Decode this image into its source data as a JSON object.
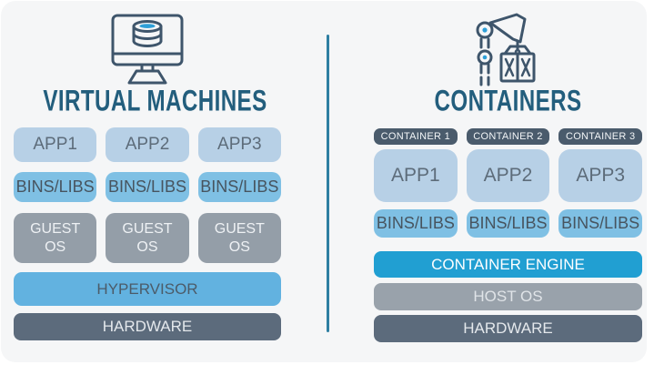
{
  "left_panel": {
    "title": "VIRTUAL MACHINES",
    "icon": "monitor-database-icon",
    "app_boxes": [
      "APP1",
      "APP2",
      "APP3"
    ],
    "bins_libs_boxes": [
      "BINS/LIBS",
      "BINS/LIBS",
      "BINS/LIBS"
    ],
    "guest_os_boxes": [
      "GUEST\nOS",
      "GUEST\nOS",
      "GUEST\nOS"
    ],
    "hypervisor_label": "HYPERVISOR",
    "hardware_label": "HARDWARE"
  },
  "right_panel": {
    "title": "CONTAINERS",
    "icon": "crane-container-icon",
    "container_tags": [
      "CONTAINER 1",
      "CONTAINER 2",
      "CONTAINER 3"
    ],
    "app_boxes": [
      "APP1",
      "APP2",
      "APP3"
    ],
    "bins_libs_boxes": [
      "BINS/LIBS",
      "BINS/LIBS",
      "BINS/LIBS"
    ],
    "container_engine_label": "CONTAINER ENGINE",
    "host_os_label": "HOST OS",
    "hardware_label": "HARDWARE"
  },
  "colors": {
    "card_bg": "#f5f6f7",
    "title_teal": "#235e7d",
    "app_light_blue": "#b7d0e6",
    "bins_sky_blue": "#7fc0e4",
    "hypervisor_blue": "#62b2e0",
    "container_engine_cyan": "#219fd2",
    "os_gray": "#99a2ab",
    "hardware_slate": "#5c6b7c",
    "container_tag_slate": "#4a5b6c",
    "divider_blue": "#2e7fa2",
    "icon_stroke": "#3e556b",
    "icon_accent_blue": "#2d9fd8"
  }
}
